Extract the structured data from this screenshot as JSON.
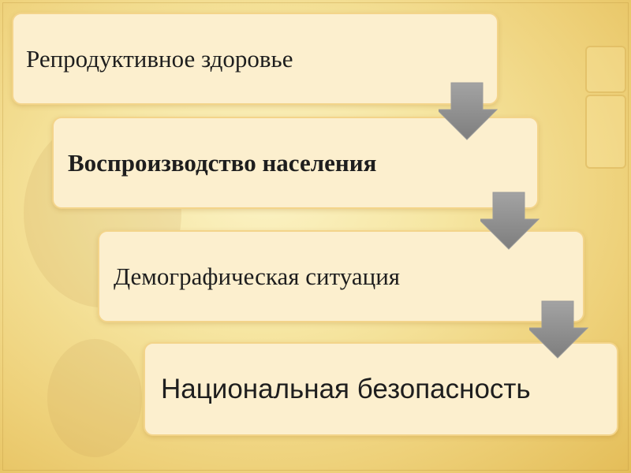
{
  "diagram": {
    "steps": [
      {
        "label": "Репродуктивное здоровье"
      },
      {
        "label": "Воспроизводство населения"
      },
      {
        "label": "Демографическая ситуация"
      },
      {
        "label": "Национальная безопасность"
      }
    ],
    "colors": {
      "box_fill": "#fcefce",
      "box_border": "#f3d48a",
      "arrow_fill": "#8f8f8f",
      "background": "#f6e6a2"
    },
    "arrow_icon": "down-arrow-icon"
  }
}
